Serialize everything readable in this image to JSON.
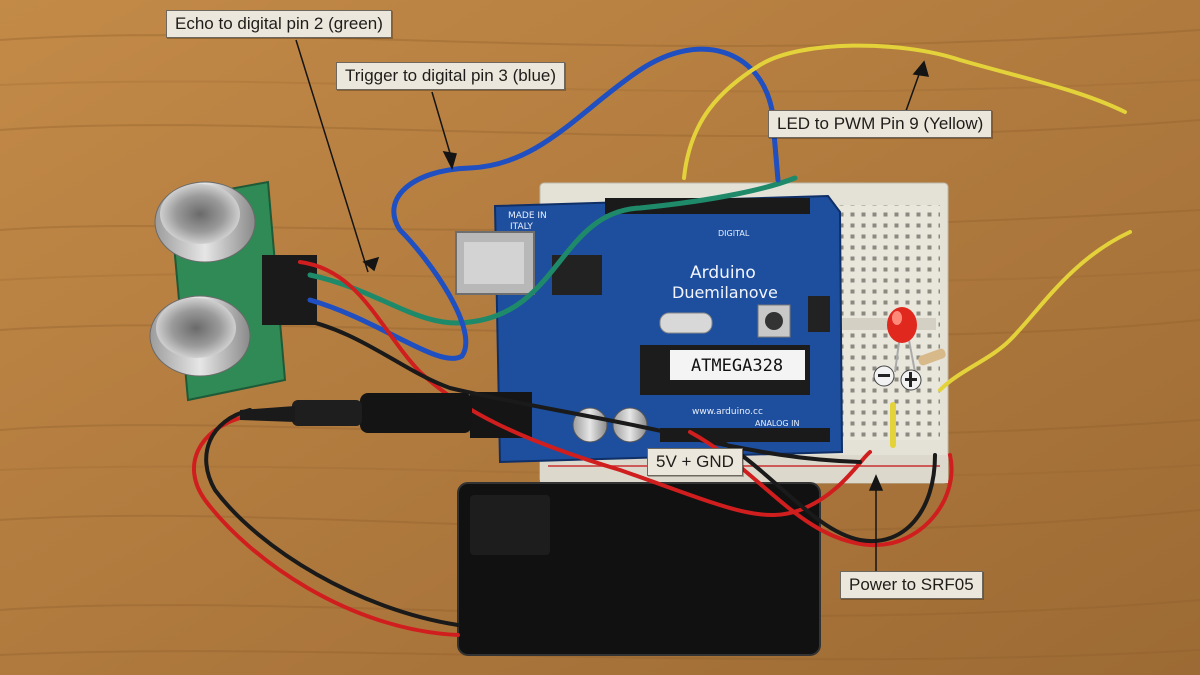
{
  "annotations": {
    "echo": "Echo to digital pin 2 (green)",
    "trigger": "Trigger to digital pin 3 (blue)",
    "led": "LED to PWM Pin 9 (Yellow)",
    "power_gnd": "5V + GND",
    "power_srf05": "Power to SRF05"
  },
  "board": {
    "name_line1": "Arduino",
    "name_line2": "Duemilanove",
    "chip": "ATMEGA328",
    "made_in_1": "MADE IN",
    "made_in_2": "ITALY",
    "url": "www.arduino.cc",
    "digital": "DIGITAL",
    "analog_in": "ANALOG IN"
  },
  "colors": {
    "wood": "#b07a3e",
    "board_blue": "#1d4f9e",
    "wire_green": "#1e8a6a",
    "wire_blue": "#1f4fc0",
    "wire_yellow": "#e4d23a",
    "wire_red": "#d01e1e",
    "wire_black": "#1a1a1a",
    "label_bg": "#ece7dc"
  }
}
